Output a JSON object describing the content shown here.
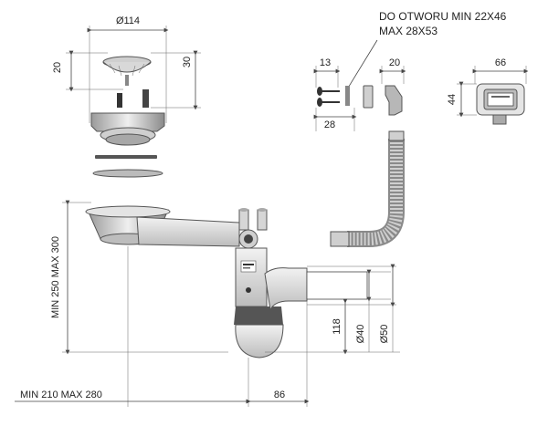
{
  "dimensions": {
    "d114": "Ø114",
    "h20_left": "20",
    "h30": "30",
    "h13": "13",
    "h28": "28",
    "h20_clip": "20",
    "w66": "66",
    "h44": "44",
    "min250max300": "MIN 250 MAX 300",
    "h118": "118",
    "d40": "Ø40",
    "d50": "Ø50",
    "min210max280": "MIN 210 MAX 280",
    "h86": "86"
  },
  "notes": {
    "hole_line1": "DO OTWORU MIN 22X46",
    "hole_line2": "MAX 28X53"
  },
  "colors": {
    "line": "#444444",
    "metal_light": "#e6e6e6",
    "metal_mid": "#bdbdbd",
    "metal_dark": "#7a7a7a",
    "plastic": "#d9d9d9",
    "hose": "#9a9a9a"
  }
}
